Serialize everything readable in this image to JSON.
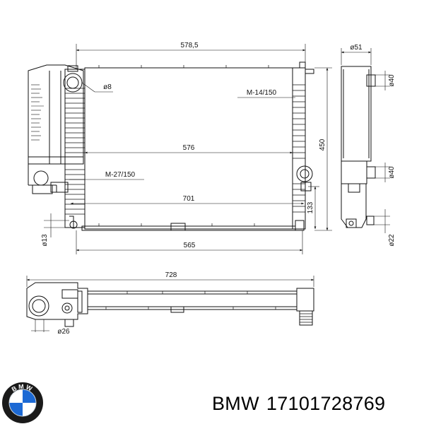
{
  "drawing": {
    "dims": {
      "d1": "578,5",
      "d2": "576",
      "d3": "701",
      "d4": "565",
      "d5": "728",
      "d6": "450",
      "d7": "133",
      "d8": "ø51",
      "d9": "ø40",
      "d10": "ø40",
      "d11": "ø22",
      "d12": "ø13",
      "d13": "ø8",
      "d14": "ø26",
      "d15": "M-14/150",
      "d16": "M-27/150"
    }
  },
  "brand": {
    "maker": "BMW",
    "part_number": "17101728769",
    "logo_text": "BMW",
    "logo_colors": {
      "blue": "#1c69d4",
      "white": "#ffffff",
      "ring": "#1a1a1a"
    }
  }
}
